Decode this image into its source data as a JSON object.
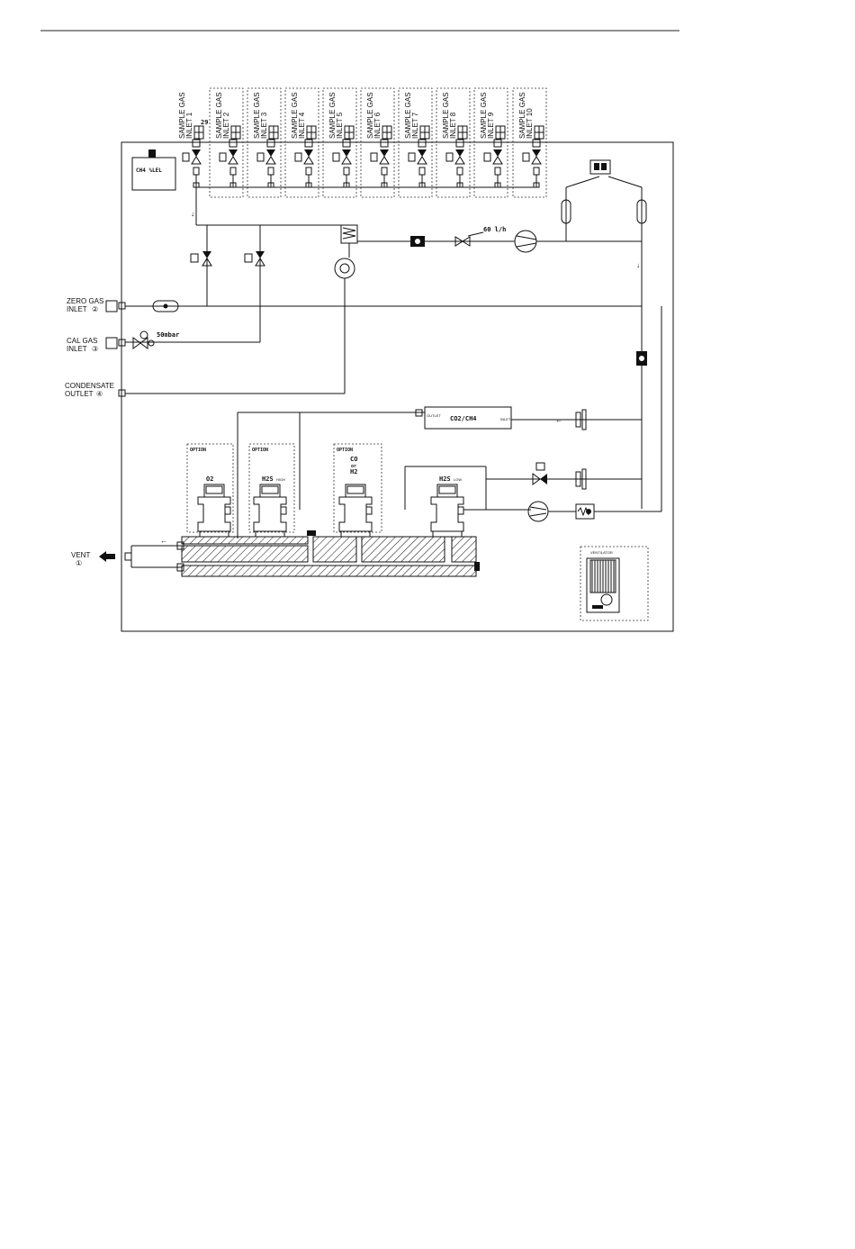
{
  "sample_inlets": [
    {
      "label": "SAMPLE GAS INLET 1",
      "number": "29"
    },
    {
      "label": "SAMPLE GAS INLET 2"
    },
    {
      "label": "SAMPLE GAS INLET 3"
    },
    {
      "label": "SAMPLE GAS INLET 4"
    },
    {
      "label": "SAMPLE GAS INLET 5"
    },
    {
      "label": "SAMPLE GAS INLET 6"
    },
    {
      "label": "SAMPLE GAS INLET 7"
    },
    {
      "label": "SAMPLE GAS INLET 8"
    },
    {
      "label": "SAMPLE GAS INLET 9"
    },
    {
      "label": "SAMPLE GAS INLET 10"
    }
  ],
  "ch4_box": "CH4 %LEL",
  "flow_rate": "60 l/h",
  "zero_gas": {
    "line1": "ZERO GAS",
    "line2": "INLET",
    "mark": "②"
  },
  "cal_gas": {
    "line1": "CAL GAS",
    "line2": "INLET",
    "mark": "③",
    "pressure": "50mbar"
  },
  "condensate": {
    "line1": "CONDENSATE",
    "line2": "OUTLET",
    "mark": "④"
  },
  "vent": {
    "label": "VENT",
    "mark": "①"
  },
  "co2_box": {
    "title": "CO2/CH4",
    "outlet": "OUTLET",
    "inlet": "INLET"
  },
  "sensors": [
    {
      "option": "OPTION",
      "name": "O2",
      "sub": ""
    },
    {
      "option": "OPTION",
      "name": "H2S",
      "sub": "HIGH"
    },
    {
      "option": "OPTION",
      "name": "CO",
      "name2": "or",
      "name3": "H2",
      "sub": ""
    },
    {
      "option": "",
      "name": "H2S",
      "sub": "LOW"
    }
  ],
  "ventilator": "VENTILATOR"
}
